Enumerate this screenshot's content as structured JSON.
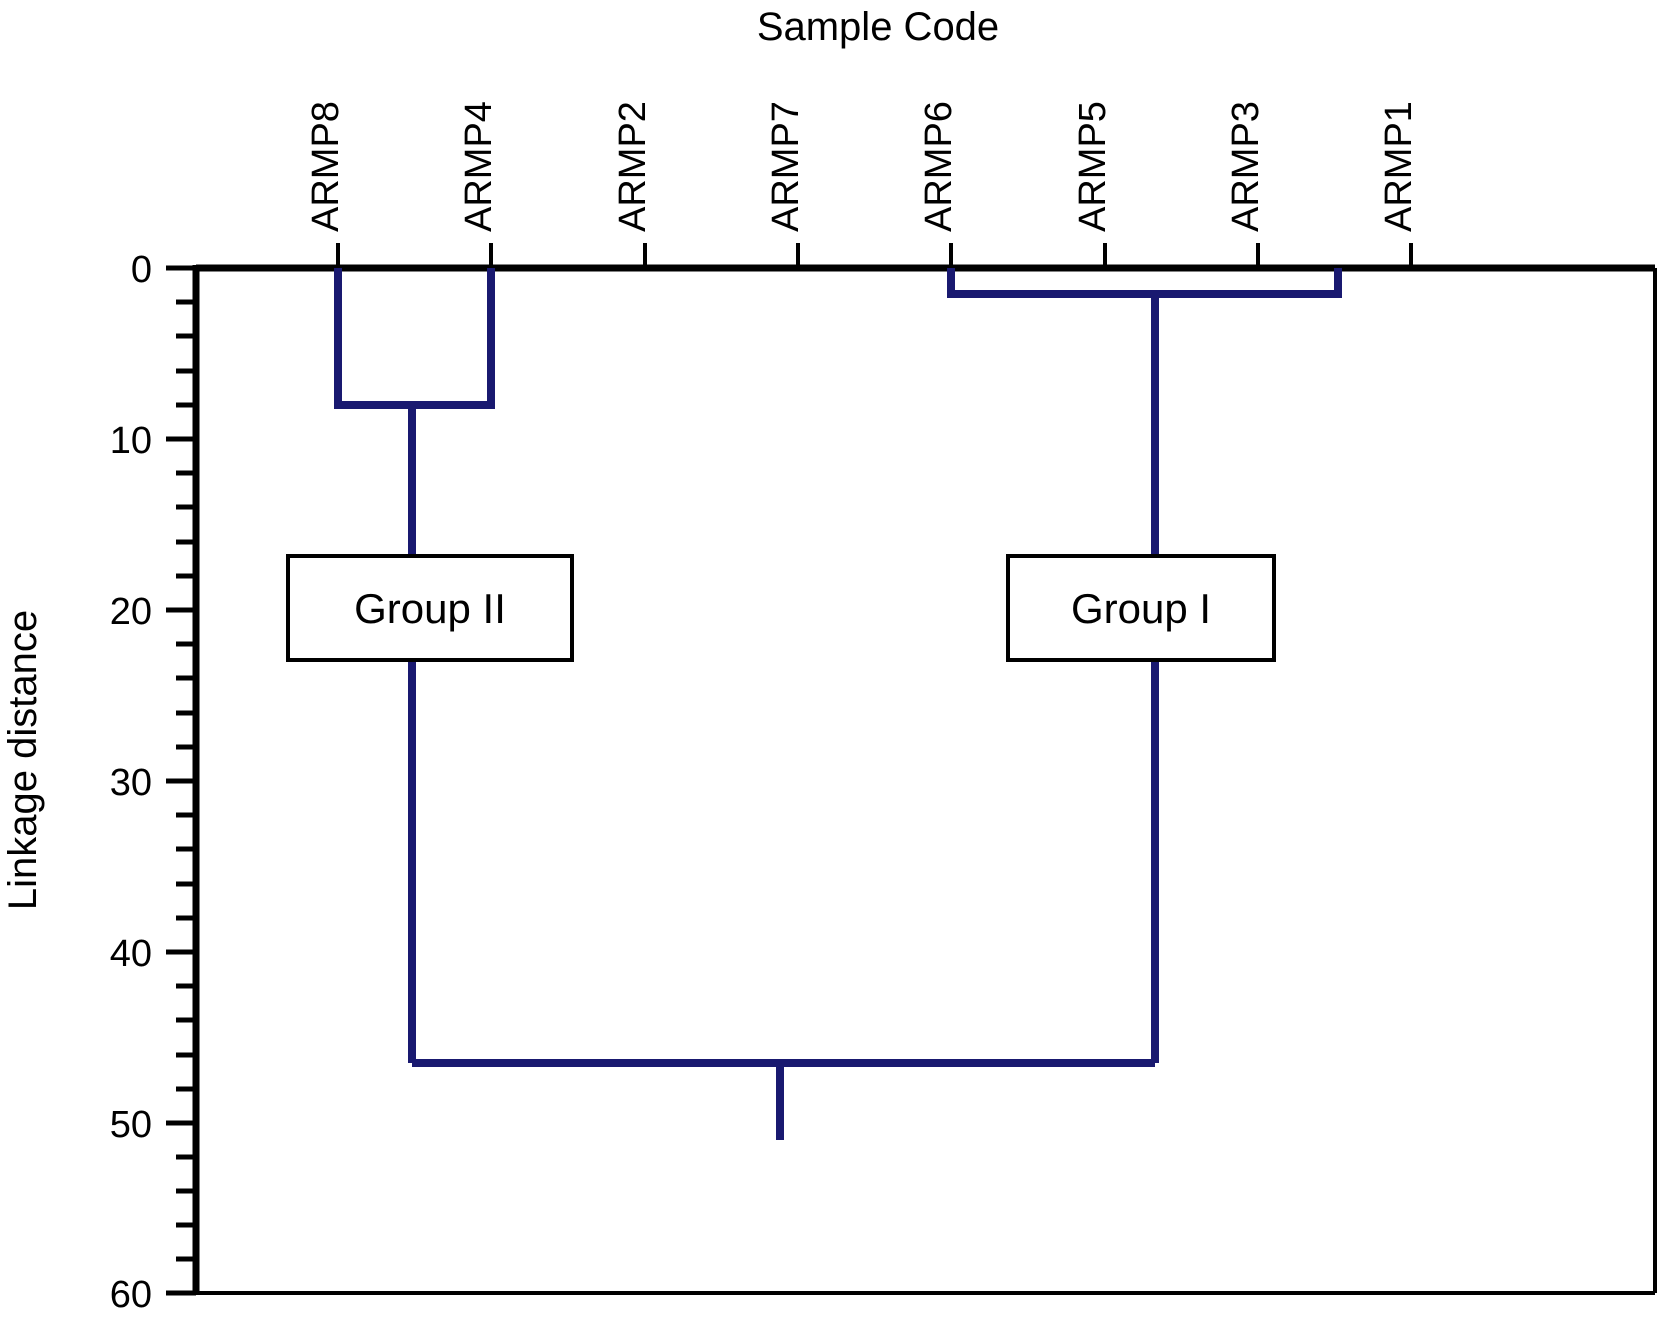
{
  "chart_data": {
    "type": "line",
    "plot_kind": "dendrogram",
    "title": "Sample Code",
    "xlabel": "Sample Code",
    "ylabel": "Linkage distance",
    "ylim": [
      0,
      60
    ],
    "y_inverted": true,
    "y_major_ticks": [
      0,
      10,
      20,
      30,
      40,
      50,
      60
    ],
    "y_tick_labels": [
      "0",
      "10",
      "20",
      "30",
      "40",
      "50",
      "60"
    ],
    "y_minor_step": 2,
    "grid": false,
    "legend": null,
    "line_color": "#191970",
    "axis_color": "#000000",
    "background": "#ffffff",
    "categories": [
      "ARMP8",
      "ARMP4",
      "ARMP2",
      "ARMP7",
      "ARMP6",
      "ARMP5",
      "ARMP3",
      "ARMP1"
    ],
    "leaf_positions": [
      1,
      2,
      3,
      4,
      5,
      6,
      7,
      8
    ],
    "merges": [
      {
        "id": "m1",
        "label": "ARMP8 + ARMP4",
        "left": "ARMP8",
        "right": "ARMP4",
        "height": 8.0
      },
      {
        "id": "m2",
        "label": "ARMP6 + ARMP3",
        "left": "ARMP6",
        "right": "ARMP3",
        "height": 1.5
      },
      {
        "id": "m3",
        "label": "Group II + Group I",
        "left": "m1",
        "right": "m2",
        "height": 46.5
      }
    ],
    "root_stem_bottom": 51.0,
    "annotations": [
      {
        "name": "group-ii",
        "text": "Group II",
        "x_category": 1.5,
        "y_value": 21.5
      },
      {
        "name": "group-i",
        "text": "Group I",
        "x_category": 6.0,
        "y_value": 21.5
      }
    ]
  },
  "chart": {
    "title": "Sample Code",
    "y_axis_title": "Linkage distance",
    "y_tick_labels": [
      "0",
      "10",
      "20",
      "30",
      "40",
      "50",
      "60"
    ],
    "leaf_labels": [
      "ARMP8",
      "ARMP4",
      "ARMP2",
      "ARMP7",
      "ARMP6",
      "ARMP5",
      "ARMP3",
      "ARMP1"
    ],
    "group_labels": {
      "left": "Group II",
      "right": "Group I"
    },
    "colors": {
      "link": "#191970",
      "axis": "#000000",
      "background": "#ffffff"
    }
  }
}
